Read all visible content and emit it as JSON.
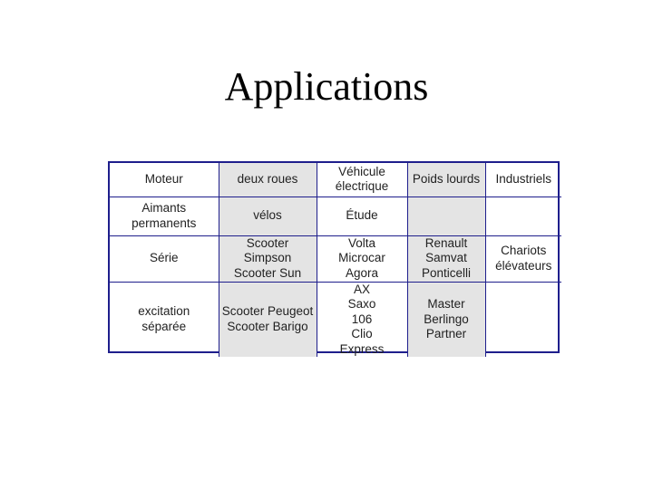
{
  "slide": {
    "title": "Applications"
  },
  "table": {
    "rows": [
      [
        {
          "lines": [
            "Moteur"
          ],
          "shade": false
        },
        {
          "lines": [
            "deux roues"
          ],
          "shade": true
        },
        {
          "lines": [
            "Véhicule",
            "électrique"
          ],
          "shade": false
        },
        {
          "lines": [
            "Poids lourds"
          ],
          "shade": true
        },
        {
          "lines": [
            "Industriels"
          ],
          "shade": false
        }
      ],
      [
        {
          "lines": [
            "Aimants",
            "permanents"
          ],
          "shade": false
        },
        {
          "lines": [
            "vélos"
          ],
          "shade": true
        },
        {
          "lines": [
            "Étude"
          ],
          "shade": false
        },
        {
          "lines": [],
          "shade": true
        },
        {
          "lines": [],
          "shade": false
        }
      ],
      [
        {
          "lines": [
            "Série"
          ],
          "shade": false
        },
        {
          "lines": [
            "Scooter",
            "Simpson",
            "Scooter Sun"
          ],
          "shade": true
        },
        {
          "lines": [
            "Volta",
            "Microcar",
            "Agora"
          ],
          "shade": false
        },
        {
          "lines": [
            "Renault",
            "Samvat",
            "Ponticelli"
          ],
          "shade": true
        },
        {
          "lines": [
            "Chariots",
            "élévateurs"
          ],
          "shade": false
        }
      ],
      [
        {
          "lines": [
            "excitation",
            "séparée"
          ],
          "shade": false
        },
        {
          "lines": [
            "Scooter Peugeot",
            "Scooter Barigo"
          ],
          "shade": true
        },
        {
          "lines": [
            "AX",
            "Saxo",
            "106",
            "Clio",
            "Express"
          ],
          "shade": false
        },
        {
          "lines": [
            "Master",
            "Berlingo",
            "Partner"
          ],
          "shade": true
        },
        {
          "lines": [],
          "shade": false
        }
      ]
    ]
  }
}
